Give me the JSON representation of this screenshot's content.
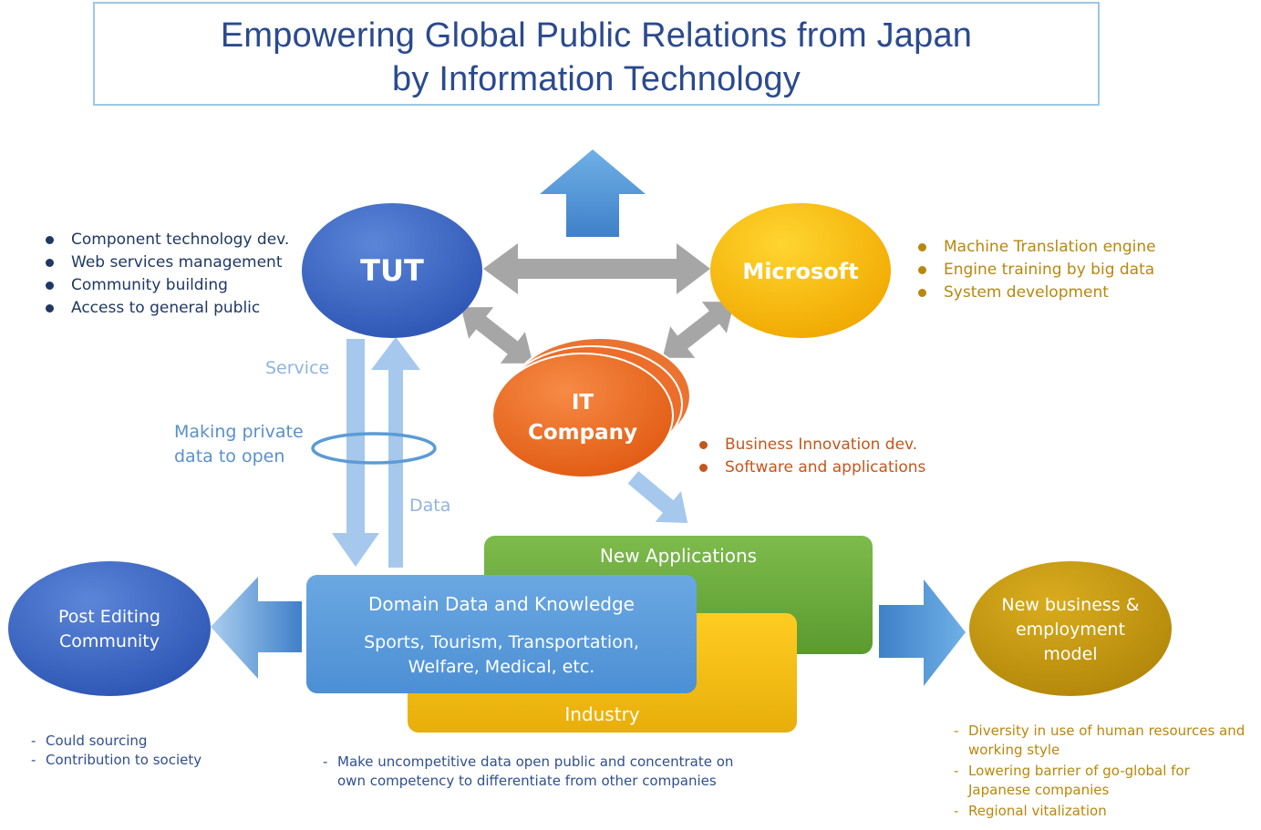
{
  "title": {
    "line1": "Empowering Global Public Relations from Japan",
    "line2": "by Information Technology"
  },
  "nodes": {
    "tut": "TUT",
    "microsoft": "Microsoft",
    "it_company_line1": "IT",
    "it_company_line2": "Company",
    "post_editing_line1": "Post Editing",
    "post_editing_line2": "Community",
    "new_business_line1": "New business &",
    "new_business_line2": "employment",
    "new_business_line3": "model",
    "new_applications": "New Applications",
    "industry": "Industry",
    "domain_title": "Domain Data and Knowledge",
    "domain_line1": "Sports, Tourism, Transportation,",
    "domain_line2": "Welfare, Medical, etc."
  },
  "tut_roles": [
    "Component technology dev.",
    "Web services management",
    "Community building",
    "Access to general public"
  ],
  "microsoft_roles": [
    "Machine Translation engine",
    "Engine training by big data",
    "System development"
  ],
  "it_company_roles": [
    "Business Innovation dev.",
    "Software and applications"
  ],
  "flow_labels": {
    "service": "Service",
    "making_private_1": "Making private",
    "making_private_2": "data to open",
    "data": "Data"
  },
  "post_editing_notes": [
    "Could sourcing",
    "Contribution to society"
  ],
  "domain_notes": [
    "Make uncompetitive data open public and concentrate on own competency to differentiate from other companies"
  ],
  "new_business_notes": [
    "Diversity in use of human resources and  working style",
    "Lowering barrier of go-global for Japanese companies",
    "Regional vitalization"
  ],
  "colors": {
    "title_text": "#2b4a8e",
    "title_border": "#9cc7e6",
    "tut": "#3a67c6",
    "microsoft": "#f6b800",
    "it_company": "#ee6a22",
    "post_editing": "#3a67c6",
    "new_business": "#c79a10",
    "new_applications": "#6cad3e",
    "industry": "#f0bd18",
    "domain": "#5e9fde",
    "blue_arrow": "#5b9bd6",
    "gray_arrow": "#a5a5a5",
    "tut_list_text": "#1f3864",
    "microsoft_list_text": "#b8870e",
    "it_list_text": "#c4561b",
    "flow_text": "#8fb4de"
  }
}
